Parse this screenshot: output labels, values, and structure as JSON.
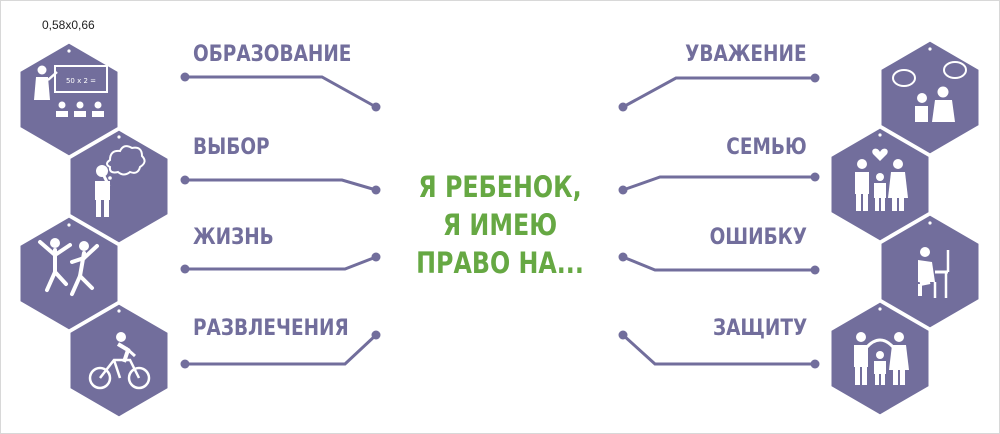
{
  "size_label": "0,58x0,66",
  "center": {
    "lines": [
      "Я РЕБЕНОК,",
      "Я ИМЕЮ",
      "ПРАВО НА..."
    ]
  },
  "left_items": [
    {
      "label": "ОБРАЗОВАНИЕ",
      "icon": "classroom-icon"
    },
    {
      "label": "ВЫБОР",
      "icon": "thinking-person-icon"
    },
    {
      "label": "ЖИЗНЬ",
      "icon": "jumping-people-icon"
    },
    {
      "label": "РАЗВЛЕЧЕНИЯ",
      "icon": "cyclist-icon"
    }
  ],
  "right_items": [
    {
      "label": "УВАЖЕНИЕ",
      "icon": "conversation-icon"
    },
    {
      "label": "СЕМЬЮ",
      "icon": "family-heart-icon"
    },
    {
      "label": "ОШИБКУ",
      "icon": "sad-child-icon"
    },
    {
      "label": "ЗАЩИТУ",
      "icon": "protection-family-icon"
    }
  ],
  "classroom_board_text": "50 x 2 =",
  "colors": {
    "hex": "#726e9c",
    "accent": "#66a843",
    "text": "#726e9c"
  }
}
